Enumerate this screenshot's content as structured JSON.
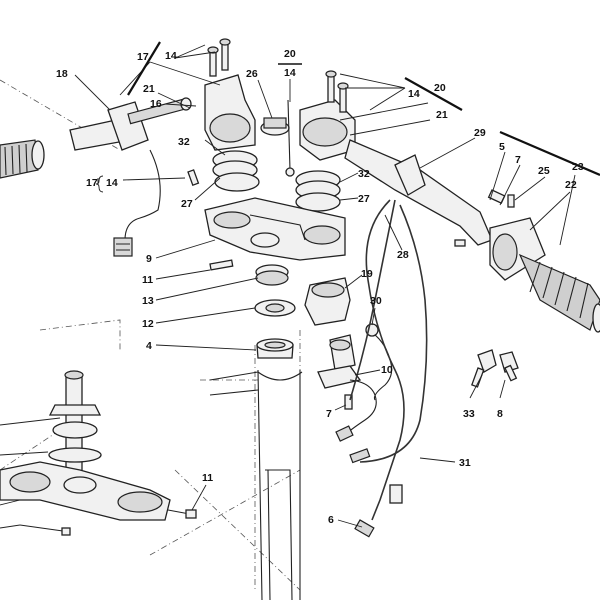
{
  "callouts": {
    "c17a": "17",
    "c14a": "14",
    "c18": "18",
    "c21a": "21",
    "c16": "16",
    "c20a": "20",
    "c14b": "14",
    "c26": "26",
    "c14c": "14",
    "c20b": "20",
    "c21b": "21",
    "c29": "29",
    "c5": "5",
    "c7a": "7",
    "c25": "25",
    "c23": "23",
    "c22": "22",
    "c32a": "32",
    "c17b": "17",
    "c14d": "14",
    "c27a": "27",
    "c32b": "32",
    "c27b": "27",
    "c28": "28",
    "c9": "9",
    "c11a": "11",
    "c13": "13",
    "c12": "12",
    "c4": "4",
    "c19": "19",
    "c30": "30",
    "c10": "10",
    "c7b": "7",
    "c33": "33",
    "c8": "8",
    "c31": "31",
    "c11b": "11",
    "c6": "6"
  }
}
